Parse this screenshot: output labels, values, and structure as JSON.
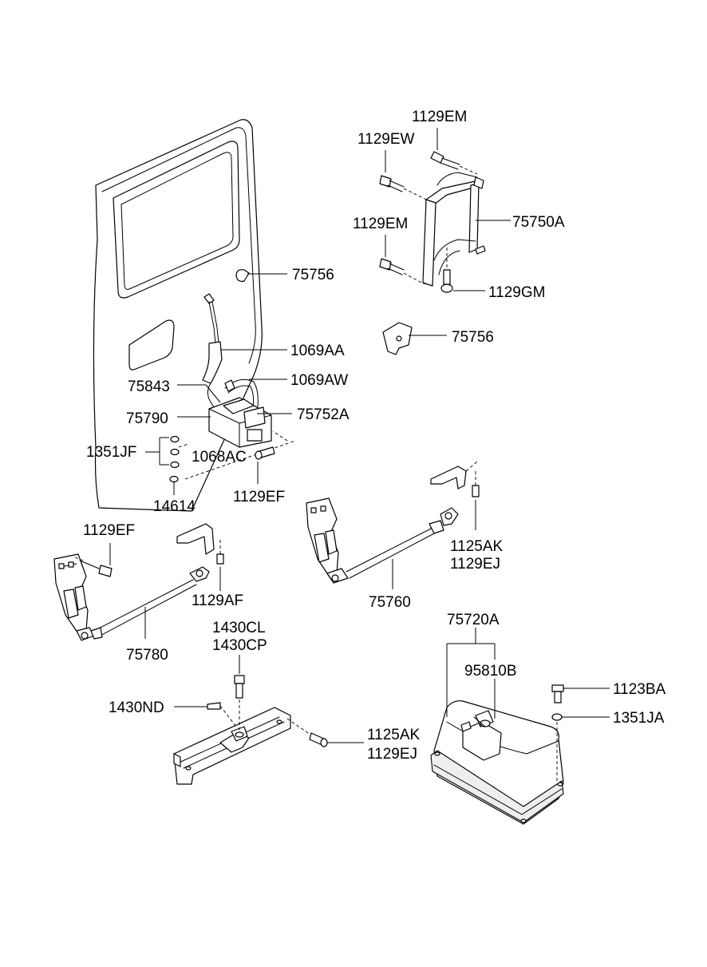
{
  "labels": {
    "l_75756_top": "75756",
    "l_1069AA": "1069AA",
    "l_75843": "75843",
    "l_1069AW": "1069AW",
    "l_75790": "75790",
    "l_75752A": "75752A",
    "l_1351JF": "1351JF",
    "l_1068AC": "1068AC",
    "l_14614": "14614",
    "l_1129EF_mid": "1129EF",
    "l_1129EM_top": "1129EM",
    "l_1129EW": "1129EW",
    "l_1129EM_mid": "1129EM",
    "l_75750A": "75750A",
    "l_1129GM": "1129GM",
    "l_75756_right": "75756",
    "l_1129EF_left": "1129EF",
    "l_1129AF": "1129AF",
    "l_75780": "75780",
    "l_1125AK_r": "1125AK",
    "l_1129EJ_r": "1129EJ",
    "l_75760": "75760",
    "l_1430CL": "1430CL",
    "l_1430CP": "1430CP",
    "l_1430ND": "1430ND",
    "l_1125AK_b": "1125AK",
    "l_1129EJ_b": "1129EJ",
    "l_75720A": "75720A",
    "l_95810B": "95810B",
    "l_1123BA": "1123BA",
    "l_1351JA": "1351JA"
  }
}
